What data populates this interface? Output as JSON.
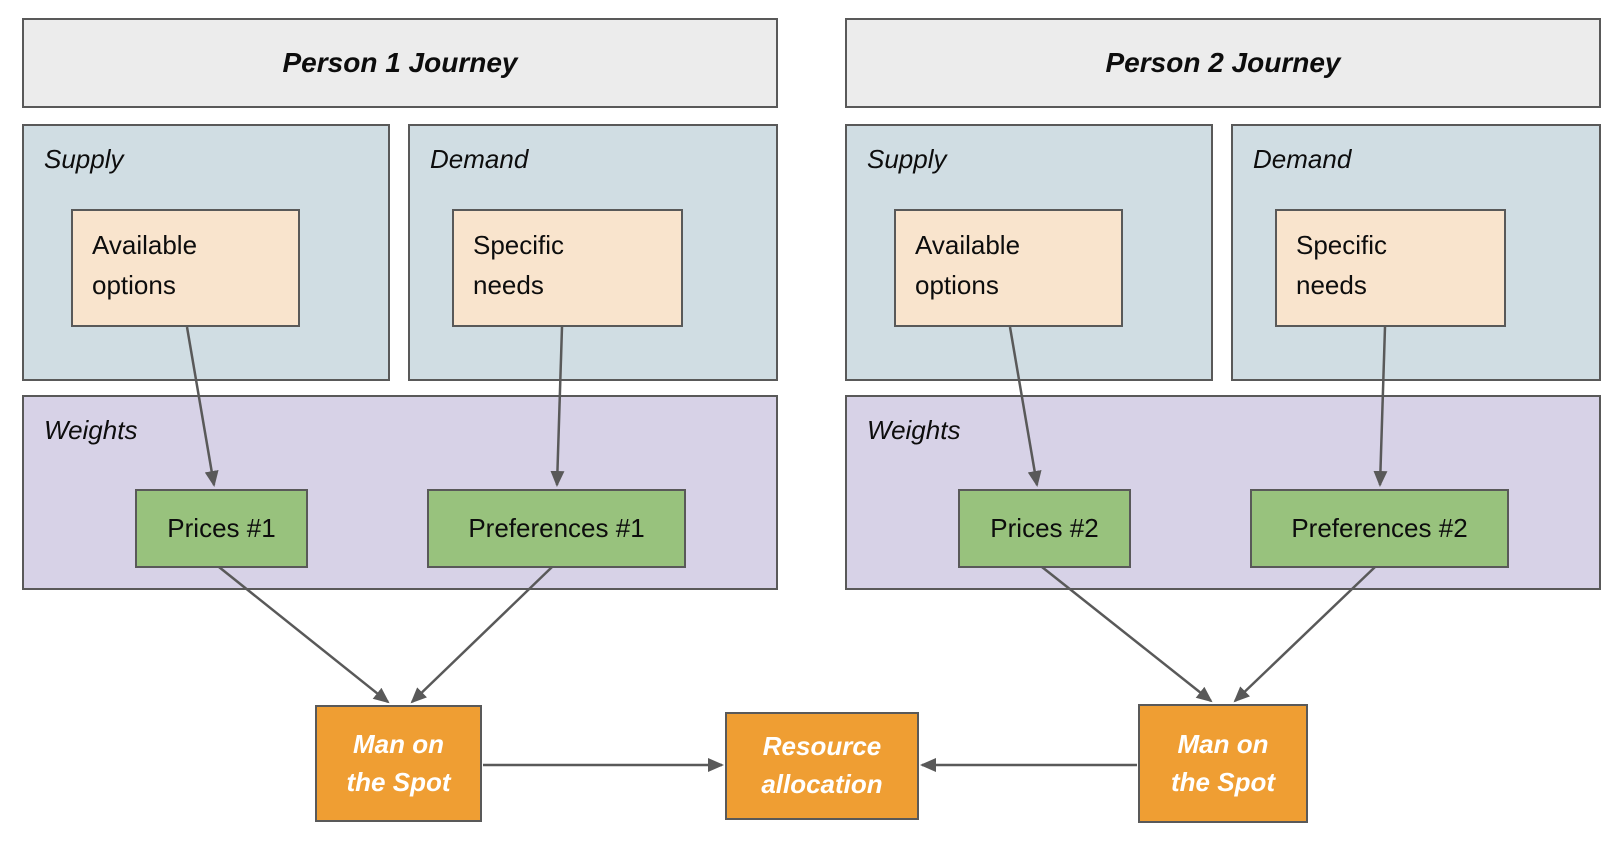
{
  "colors": {
    "page-bg": "#ffffff",
    "header-fill": "#ececec",
    "region-blue": "#d0dde3",
    "region-purple": "#d7d2e7",
    "node-peach": "#f9e4cd",
    "node-green": "#98c27d",
    "node-orange": "#ef9e33",
    "border": "#595959",
    "arrow": "#595959",
    "text": "#0d0d0d",
    "text-on-orange": "#ffffff"
  },
  "journeys": [
    {
      "title": "Person 1 Journey",
      "supply": {
        "label": "Supply",
        "node_lines": [
          "Available",
          "options"
        ]
      },
      "demand": {
        "label": "Demand",
        "node_lines": [
          "Specific",
          "needs"
        ]
      },
      "weights": {
        "label": "Weights",
        "prices": "Prices #1",
        "preferences": "Preferences #1"
      },
      "agent_lines": [
        "Man on",
        "the Spot"
      ]
    },
    {
      "title": "Person 2 Journey",
      "supply": {
        "label": "Supply",
        "node_lines": [
          "Available",
          "options"
        ]
      },
      "demand": {
        "label": "Demand",
        "node_lines": [
          "Specific",
          "needs"
        ]
      },
      "weights": {
        "label": "Weights",
        "prices": "Prices #2",
        "preferences": "Preferences #2"
      },
      "agent_lines": [
        "Man on",
        "the Spot"
      ]
    }
  ],
  "outcome_lines": [
    "Resource",
    "allocation"
  ]
}
